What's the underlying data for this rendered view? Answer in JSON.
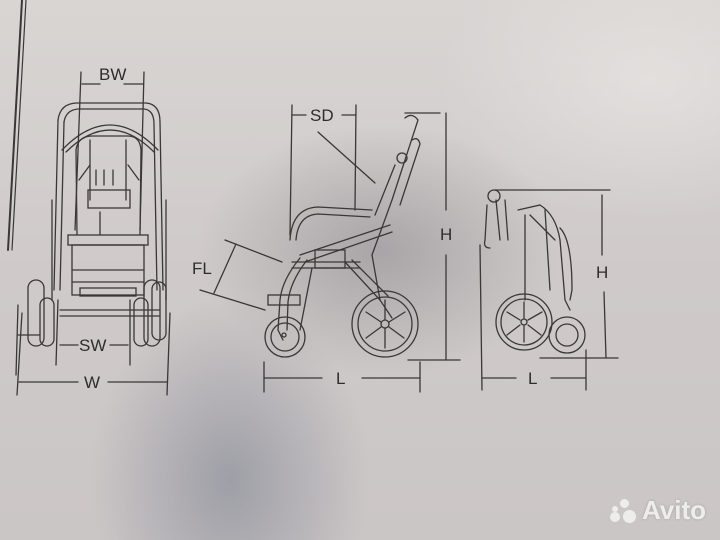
{
  "diagram": {
    "subject": "folding stroller / wheelchair dimension drawing",
    "views": [
      {
        "name": "front-view",
        "labels": [
          "BW",
          "SW",
          "W"
        ]
      },
      {
        "name": "side-view",
        "labels": [
          "SD",
          "H",
          "FL",
          "L"
        ]
      },
      {
        "name": "folded-view",
        "labels": [
          "H",
          "L"
        ]
      }
    ],
    "labels": {
      "bw": "BW",
      "sw": "SW",
      "w": "W",
      "sd": "SD",
      "fl": "FL",
      "h_side": "H",
      "l_side": "L",
      "h_folded": "H",
      "l_folded": "L"
    }
  },
  "watermark": {
    "text": "Avito",
    "color": "#f2f2f2"
  },
  "colors": {
    "paper": "#d6d1d0",
    "ink": "#2e2c2c",
    "shadow": "#8a8c98"
  }
}
